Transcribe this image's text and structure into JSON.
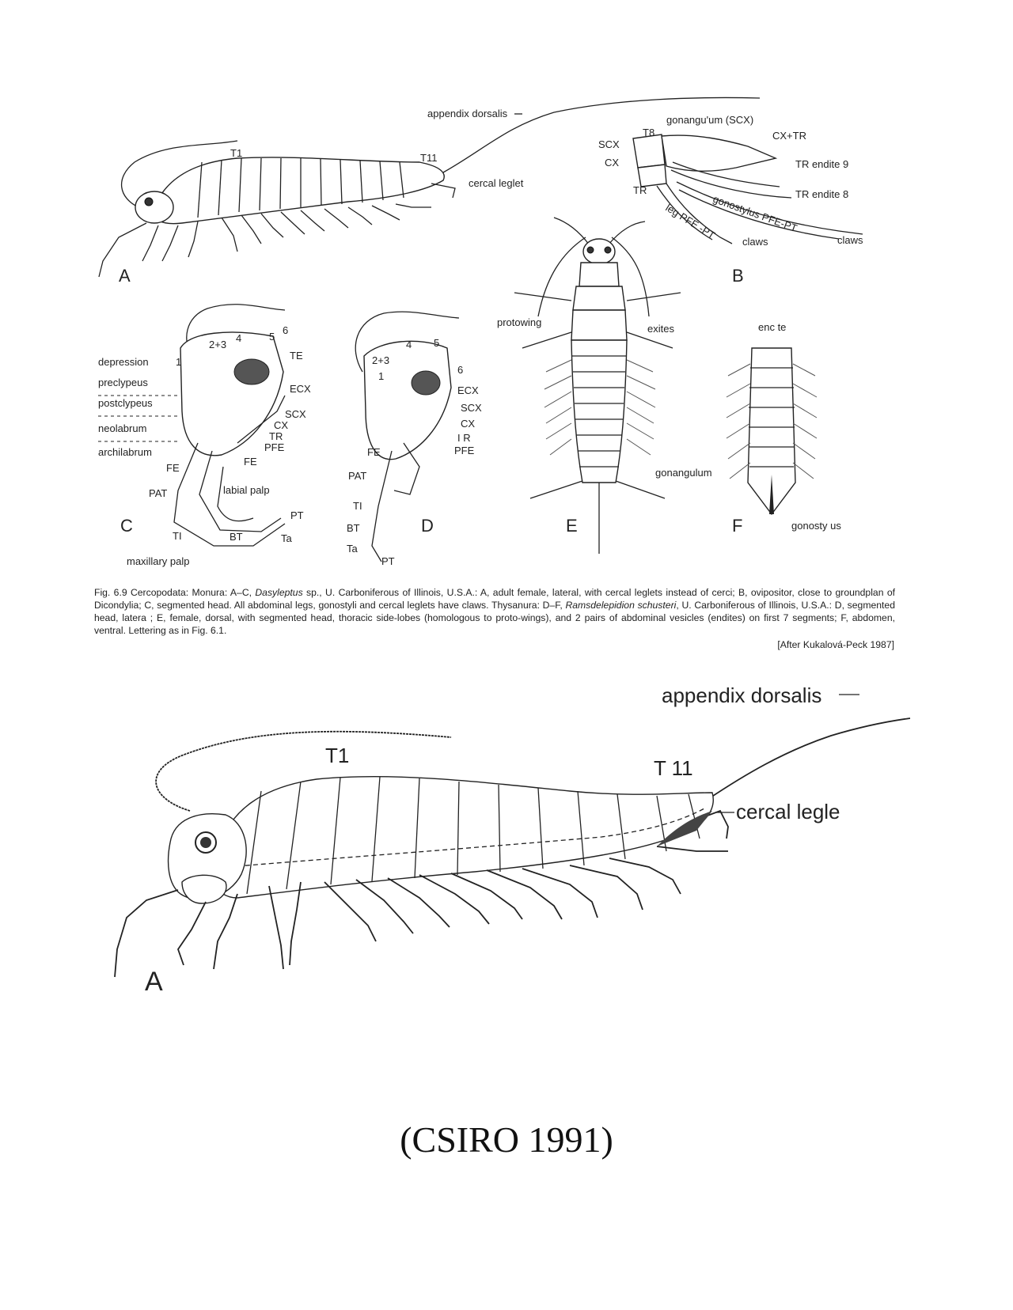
{
  "figure_top": {
    "panel_a": {
      "letter": "A",
      "labels": {
        "appendix": "appendix dorsalis",
        "t1": "T1",
        "t11": "T11",
        "cercal": "cercal leglet"
      }
    },
    "panel_b": {
      "letter": "B",
      "labels": {
        "gonangulum": "gonangu'um (SCX)",
        "t8": "T8",
        "scx": "SCX",
        "cx": "CX",
        "cxtr": "CX+TR",
        "tr_endite9": "TR endite 9",
        "tr_endite8": "TR endite 8",
        "tr": "TR",
        "leg": "leg PFE -PT",
        "gonostylus": "gonostylus PFE-PT",
        "claws1": "claws",
        "claws2": "claws"
      }
    },
    "panel_c": {
      "letter": "C",
      "labels": {
        "n23": "2+3",
        "n4": "4",
        "n5": "5",
        "n6": "6",
        "n1": "1",
        "depression": "depression",
        "preclypeus": "preclypeus",
        "postclypeus": "postclypeus",
        "neolabrum": "neolabrum",
        "archilabrum": "archilabrum",
        "te": "TE",
        "ecx": "ECX",
        "scx": "SCX",
        "cx": "CX",
        "tr": "TR",
        "pfe": "PFE",
        "fe1": "FE",
        "fe2": "FE",
        "pat": "PAT",
        "labial": "labial palp",
        "ti": "TI",
        "bt": "BT",
        "ta": "Ta",
        "pt": "PT",
        "maxillary": "maxillary palp"
      }
    },
    "panel_d": {
      "letter": "D",
      "labels": {
        "n23": "2+3",
        "n4": "4",
        "n5": "5",
        "n1": "1",
        "n6": "6",
        "ecx": "ECX",
        "scx": "SCX",
        "cx": "CX",
        "tr": "I R",
        "pfe": "PFE",
        "fe": "FE",
        "pat": "PAT",
        "ti": "TI",
        "bt": "BT",
        "ta": "Ta",
        "pt": "PT"
      }
    },
    "panel_e": {
      "letter": "E",
      "labels": {
        "protowing": "protowing",
        "exites": "exites"
      }
    },
    "panel_f": {
      "letter": "F",
      "labels": {
        "endite": "enc te",
        "gonangulum": "gonangulum",
        "gonostylus": "gonosty us"
      }
    }
  },
  "caption": {
    "part1": "Fig. 6.9   Cercopodata: Monura: A–C, ",
    "genus1": "Dasyleptus",
    "part2": " sp., U. Carboniferous of Illinois, U.S.A.: A, adult female, lateral, with cercal leglets instead of cerci; B, ovipositor, close to groundplan of Dicondylia; C, segmented head. All abdominal legs, gonostyli and cercal leglets have claws. Thysanura: D–F, ",
    "species2": "Ramsdelepidion schusteri",
    "part3": ", U. Carboniferous of Illinois, U.S.A.: D, segmented head, latera ; E, female, dorsal, with segmented head, thoracic side-lobes (homologous to proto-wings), and 2 pairs of abdominal vesicles (endites) on first 7 segments; F, abdomen, ventral. Lettering as in Fig. 6.1.",
    "credit": "[After Kukalová-Peck 1987]"
  },
  "figure_bottom": {
    "letter": "A",
    "labels": {
      "appendix": "appendix dorsalis",
      "t1": "T1",
      "t11": "T 11",
      "cercal": "cercal legle"
    }
  },
  "footer": {
    "source": "(CSIRO 1991)"
  }
}
